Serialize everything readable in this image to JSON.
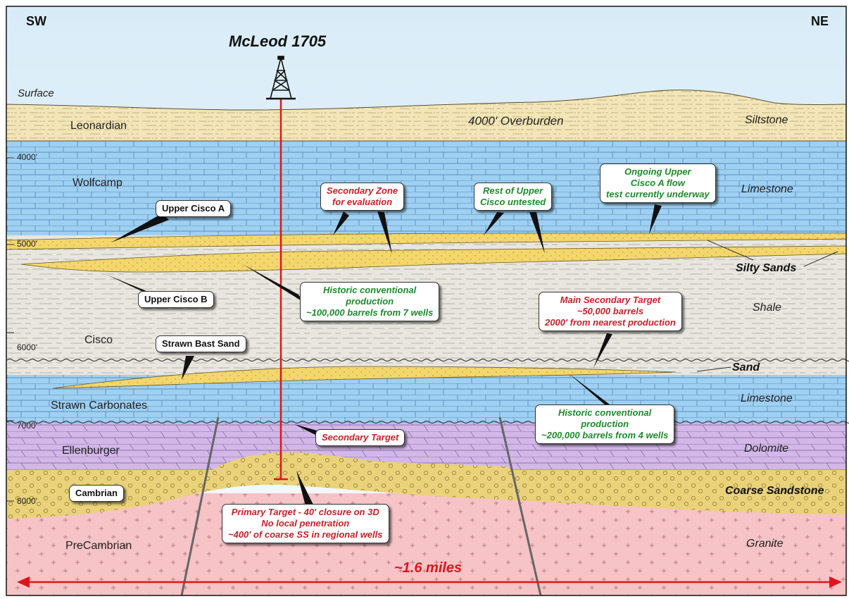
{
  "header": {
    "sw": "SW",
    "ne": "NE",
    "well": "McLeod 1705",
    "surface": "Surface",
    "overburden": "4000' Overburden"
  },
  "formations": {
    "leonardian": "Leonardian",
    "wolfcamp": "Wolfcamp",
    "cisco": "Cisco",
    "strawn_carbonates": "Strawn Carbonates",
    "ellenburger": "Ellenburger",
    "precambrian": "PreCambrian"
  },
  "lithology": {
    "siltstone": "Siltstone",
    "limestone_upper": "Limestone",
    "silty_sands": "Silty Sands",
    "shale": "Shale",
    "sand": "Sand",
    "limestone_lower": "Limestone",
    "dolomite": "Dolomite",
    "coarse_sandstone": "Coarse Sandstone",
    "granite": "Granite"
  },
  "depths": [
    "4000'",
    "5000'",
    "6000'",
    "7000'",
    "8000'"
  ],
  "distance": "~1.6 miles",
  "labels": {
    "upper_cisco_a": [
      "Upper Cisco A"
    ],
    "upper_cisco_b": [
      "Upper Cisco B"
    ],
    "strawn_bast_sand": [
      "Strawn Bast Sand"
    ],
    "cambrian": [
      "Cambrian"
    ],
    "secondary_zone": [
      "Secondary Zone",
      "for evaluation"
    ],
    "rest_upper_cisco": [
      "Rest of Upper",
      "Cisco untested"
    ],
    "ongoing_flow_test": [
      "Ongoing Upper",
      "Cisco A flow",
      "test currently underway"
    ],
    "historic_conv_1": [
      "Historic conventional",
      "production",
      "~100,000 barrels from 7 wells"
    ],
    "main_secondary": [
      "Main Secondary Target",
      "~50,000 barrels",
      "2000' from nearest production"
    ],
    "historic_conv_2": [
      "Historic conventional",
      "production",
      "~200,000 barrels from 4 wells"
    ],
    "secondary_target": [
      "Secondary Target"
    ],
    "primary_target": [
      "Primary Target - 40' closure on 3D",
      "No local penetration",
      "~400' of coarse SS in regional wells"
    ]
  },
  "colors": {
    "sky": "#eef6fb",
    "overburden": "#f2e6b8",
    "limestone": "#9fd0f2",
    "shale": "#e8e6df",
    "sand": "#f3d66c",
    "dolomite": "#d2b7e8",
    "coarse_sandstone": "#e9d27a",
    "granite": "#f6c3c6",
    "well": "#e0141b",
    "green_text": "#1d8a2b",
    "red_text": "#c8202a"
  }
}
